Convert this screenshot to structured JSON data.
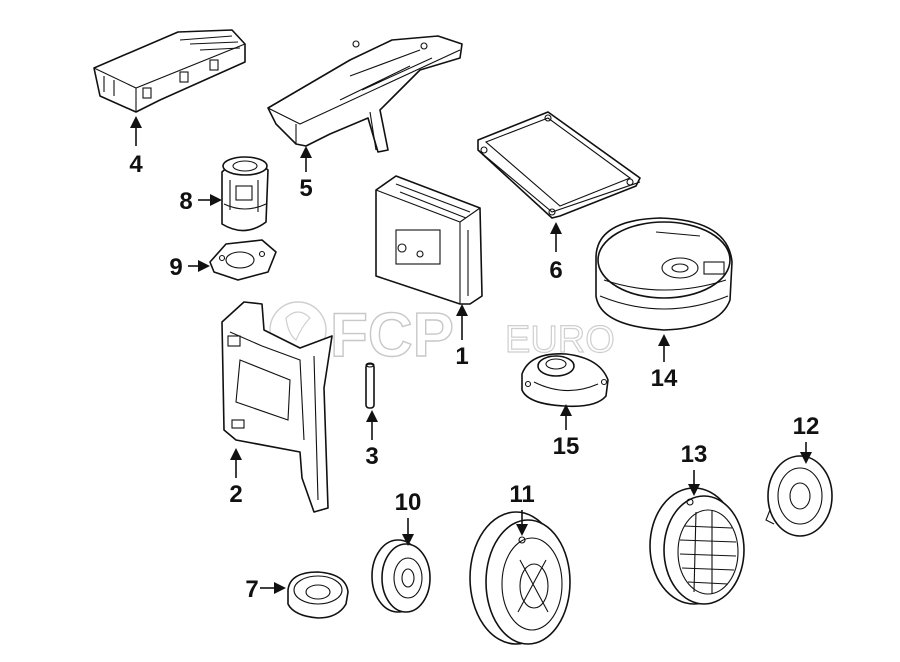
{
  "watermark": {
    "brand_bold": "FCP",
    "brand_light": "EURO"
  },
  "callouts": [
    {
      "id": "1",
      "label": "1"
    },
    {
      "id": "2",
      "label": "2"
    },
    {
      "id": "3",
      "label": "3"
    },
    {
      "id": "4",
      "label": "4"
    },
    {
      "id": "5",
      "label": "5"
    },
    {
      "id": "6",
      "label": "6"
    },
    {
      "id": "7",
      "label": "7"
    },
    {
      "id": "8",
      "label": "8"
    },
    {
      "id": "9",
      "label": "9"
    },
    {
      "id": "10",
      "label": "10"
    },
    {
      "id": "11",
      "label": "11"
    },
    {
      "id": "12",
      "label": "12"
    },
    {
      "id": "13",
      "label": "13"
    },
    {
      "id": "14",
      "label": "14"
    },
    {
      "id": "15",
      "label": "15"
    }
  ]
}
